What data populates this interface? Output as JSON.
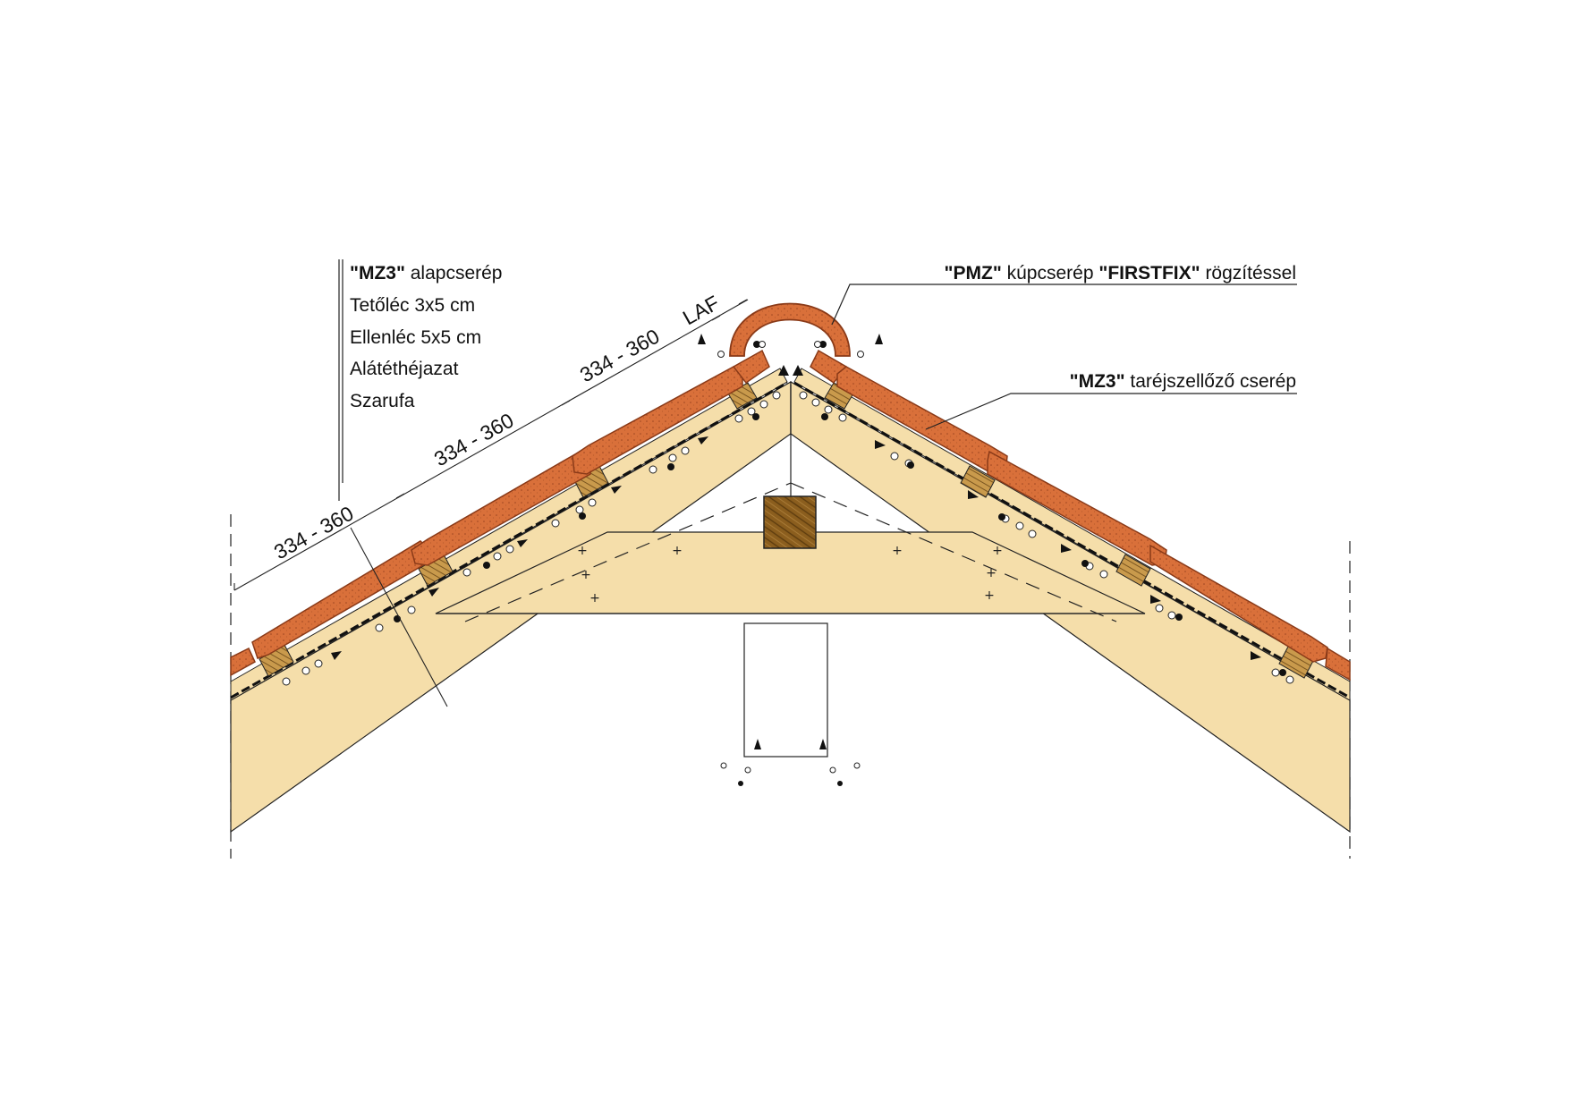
{
  "layers_label": {
    "row1_bold": "\"MZ3\"",
    "row1_rest": " alapcserép",
    "row2": "Tetőléc 3x5 cm",
    "row3": "Ellenléc 5x5 cm",
    "row4": "Alátéthéjazat",
    "row5": "Szarufa"
  },
  "ridge_label": {
    "part1_bold": "\"PMZ\"",
    "part2": " kúpcserép ",
    "part3_bold": "\"FIRSTFIX\"",
    "part4": " rögzítéssel"
  },
  "vent_label": {
    "part1_bold": "\"MZ3\"",
    "part2": " taréjszellőző cserép"
  },
  "dimensions": {
    "batten_spacing_1": "334 - 360",
    "batten_spacing_2": "334 - 360",
    "batten_spacing_3": "334 - 360",
    "ridge_gap": "LAF"
  },
  "colors": {
    "tile": "#d9703a",
    "tile_dark": "#8a3a18",
    "timber": "#f5deaa",
    "batten": "#c99a4c",
    "beam": "#8b5e1e",
    "line": "#222222"
  }
}
